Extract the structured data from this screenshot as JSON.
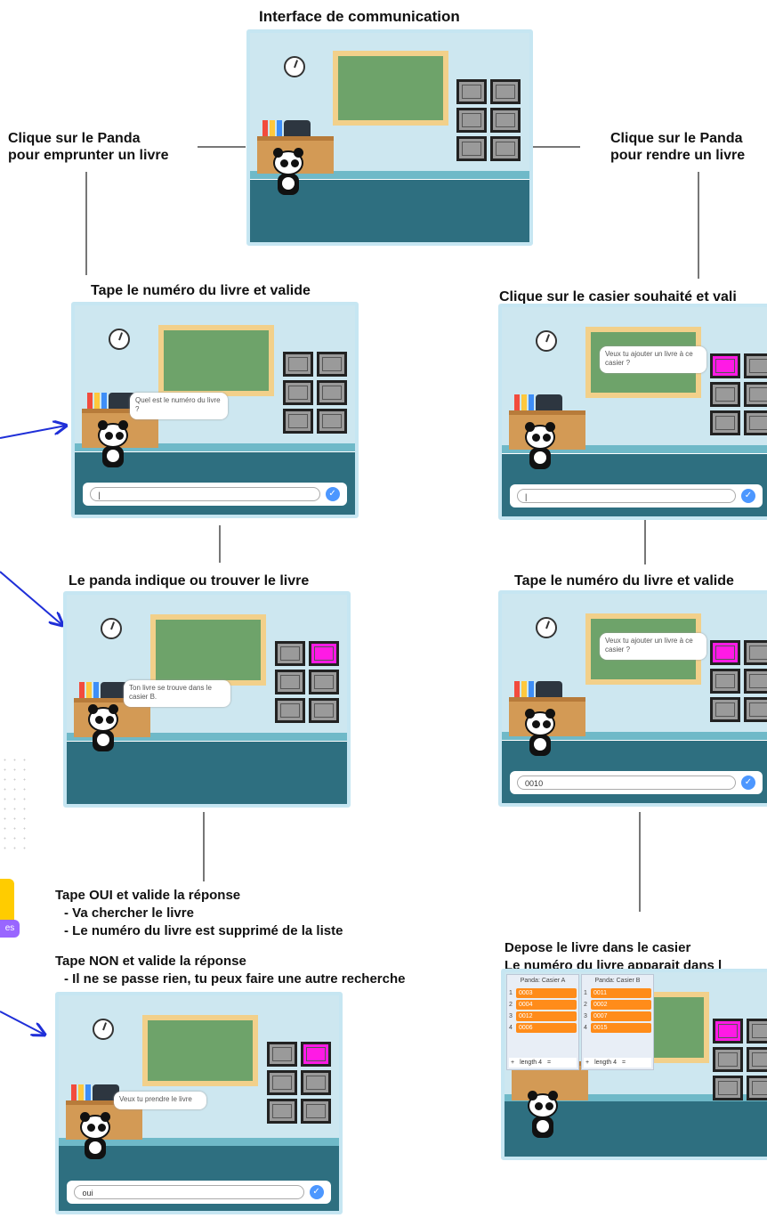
{
  "captions": {
    "main": "Interface de communication",
    "borrow_line1": "Clique sur le Panda",
    "borrow_line2": "pour emprunter un livre",
    "return_line1": "Clique sur le Panda",
    "return_line2": "pour rendre un livre",
    "left_step1": "Tape le numéro du livre et valide",
    "left_step2": "Le panda indique ou trouver le livre",
    "left_step3_a": "Tape OUI et valide la réponse",
    "left_step3_b": "- Va chercher le livre",
    "left_step3_c": "- Le numéro du livre est supprimé de la liste",
    "left_step3_d": "Tape NON et valide la réponse",
    "left_step3_e": "- Il ne se passe rien, tu peux faire une autre recherche",
    "right_step1": "Clique sur le casier souhaité et vali",
    "right_step2": "Tape le numéro du livre et valide",
    "right_step3_a": "Depose le livre dans le casier",
    "right_step3_b": "Le numéro du livre apparait dans l"
  },
  "bubbles": {
    "ask_number": "Quel est le numéro du livre ?",
    "location": "Ton livre se trouve dans le casier B.",
    "take": "Veux tu prendre le livre",
    "add1": "Veux tu ajouter un livre à ce casier ?",
    "add2": "Veux tu ajouter un livre à ce casier ?"
  },
  "inputs": {
    "ask_number_value": "|",
    "add1_value": "|",
    "add2_value": "0010",
    "take_value": "oui"
  },
  "lists": {
    "a": {
      "title": "Panda: Casier A",
      "items": [
        "0003",
        "0004",
        "0012",
        "0006"
      ],
      "footer": "length 4"
    },
    "b": {
      "title": "Panda: Casier B",
      "items": [
        "0011",
        "0002",
        "0007",
        "0015"
      ],
      "footer": "length 4"
    }
  },
  "side_tab": "es",
  "colors": {
    "board": "#6ea36a",
    "frame": "#f2d08a",
    "pink": "#ff1ae5",
    "arrow": "#1f2fd8",
    "list_item": "#ff8c1a"
  }
}
